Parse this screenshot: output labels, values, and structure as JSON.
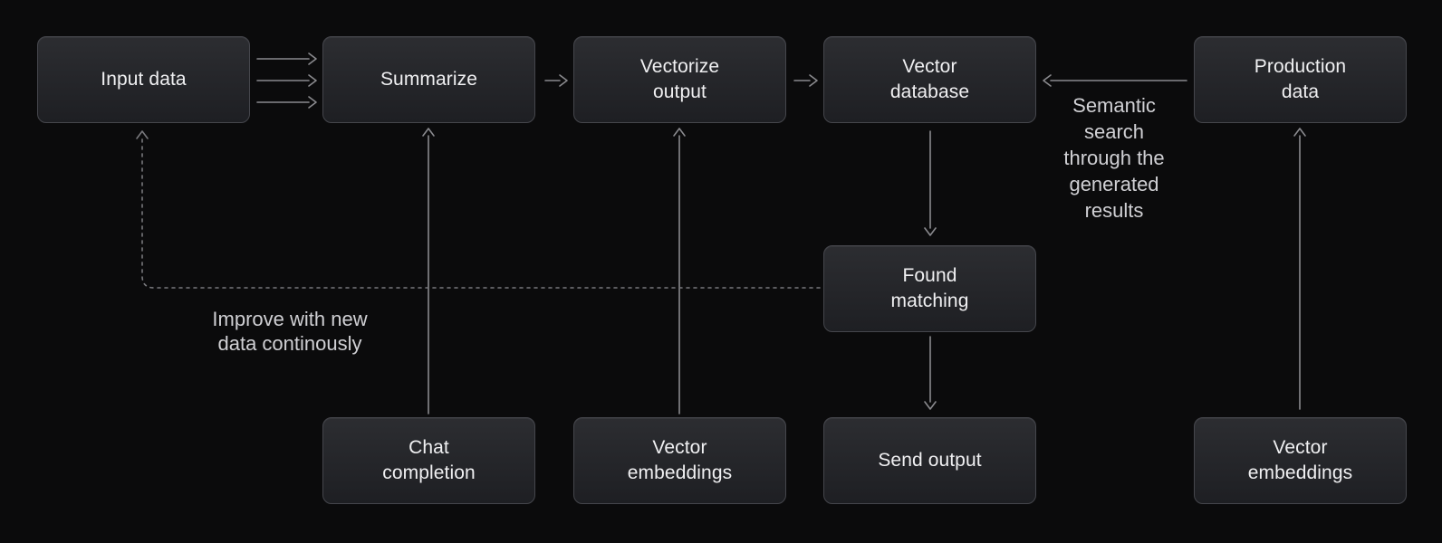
{
  "diagram": {
    "nodes": {
      "input_data": "Input data",
      "summarize": "Summarize",
      "vectorize_output": "Vectorize output",
      "vector_database": "Vector database",
      "production_data": "Production data",
      "found_matching": "Found matching",
      "chat_completion": "Chat completion",
      "vector_embeddings_left": "Vector embeddings",
      "send_output": "Send output",
      "vector_embeddings_right": "Vector embeddings"
    },
    "annotations": {
      "semantic_search": "Semantic search through the generated results",
      "improve": "Improve with new data continously"
    },
    "edges": {
      "input_to_summarize": "triple-arrow-right",
      "summarize_to_vectorize": "arrow-right",
      "vectorize_to_vectordb": "arrow-right",
      "production_to_vectordb": "arrow-left",
      "vectordb_to_found": "arrow-down",
      "found_to_send": "arrow-down",
      "chat_to_summarize": "arrow-up",
      "vembeddings_to_vectorize": "arrow-up",
      "vembeddings_to_production": "arrow-up",
      "found_to_input": "dashed-arrow-up"
    },
    "colors": {
      "background": "#0b0b0c",
      "node_fill_top": "#2c2d31",
      "node_fill_bottom": "#1e1f23",
      "node_border": "#45464c",
      "node_text": "#f0f0f2",
      "annotation_text": "#d0d0d4",
      "arrow": "#8a8a8e",
      "dashed_arrow": "#78787c"
    }
  }
}
